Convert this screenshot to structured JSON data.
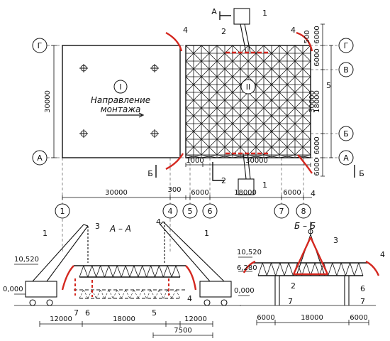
{
  "plan": {
    "section_I": "I",
    "section_II": "II",
    "direction_line1": "Направление",
    "direction_line2": "монтажа",
    "grid_left_top": "Г",
    "grid_left_bottom": "А",
    "grid_right": [
      "Г",
      "В",
      "Б",
      "А"
    ],
    "grid_bottom": [
      "1",
      "4",
      "5",
      "6",
      "7",
      "8"
    ],
    "dim_left_height": "30000",
    "dim_right_segments": [
      "6000",
      "6000",
      "18000",
      "6000",
      "6000"
    ],
    "dim_right_total": "30000",
    "dim_bottom_spans": [
      "30000",
      "300",
      "6000",
      "18000",
      "6000"
    ],
    "dim_under_block": [
      "1000",
      "30000"
    ],
    "small_dim": "500",
    "cut_A": "А",
    "cut_B": "Б",
    "callouts": [
      "1",
      "2",
      "4",
      "5",
      "2",
      "1",
      "4",
      "4"
    ]
  },
  "section_AA": {
    "title": "А – А",
    "elevation_top": "10,520",
    "elevation_zero": "0,000",
    "dims": [
      "12000",
      "18000",
      "12000",
      "7500"
    ],
    "callouts": [
      "1",
      "1",
      "3",
      "4",
      "7",
      "6",
      "5",
      "4"
    ]
  },
  "section_BB": {
    "title": "Б – Б",
    "elevation_top": "10,520",
    "elevation_mid": "6,280",
    "elevation_zero": "0,000",
    "dims": [
      "6000",
      "18000",
      "6000"
    ],
    "callouts": [
      "3",
      "4",
      "2",
      "6",
      "7",
      "7"
    ]
  },
  "colors": {
    "line": "#111111",
    "accent": "#d4271f"
  }
}
